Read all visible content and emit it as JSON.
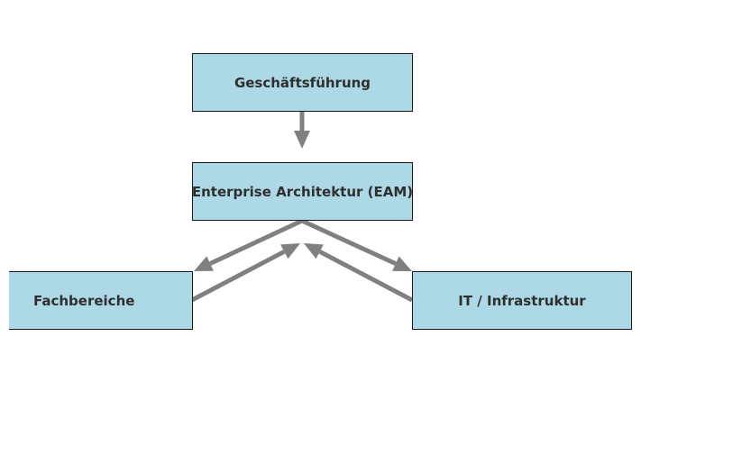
{
  "colors": {
    "box_fill": "#add8e6",
    "box_border": "#1a1a1a",
    "arrow": "#808080",
    "text": "#2f2f2f"
  },
  "nodes": {
    "management": "Geschäftsführung",
    "eam": "Enterprise Architektur (EAM)",
    "business_units": "Fachbereiche",
    "it": "IT / Infrastruktur"
  },
  "edges": [
    {
      "from": "management",
      "to": "eam"
    },
    {
      "from": "eam",
      "to": "business_units"
    },
    {
      "from": "eam",
      "to": "it"
    },
    {
      "from": "business_units",
      "to": "eam"
    },
    {
      "from": "it",
      "to": "eam"
    }
  ]
}
